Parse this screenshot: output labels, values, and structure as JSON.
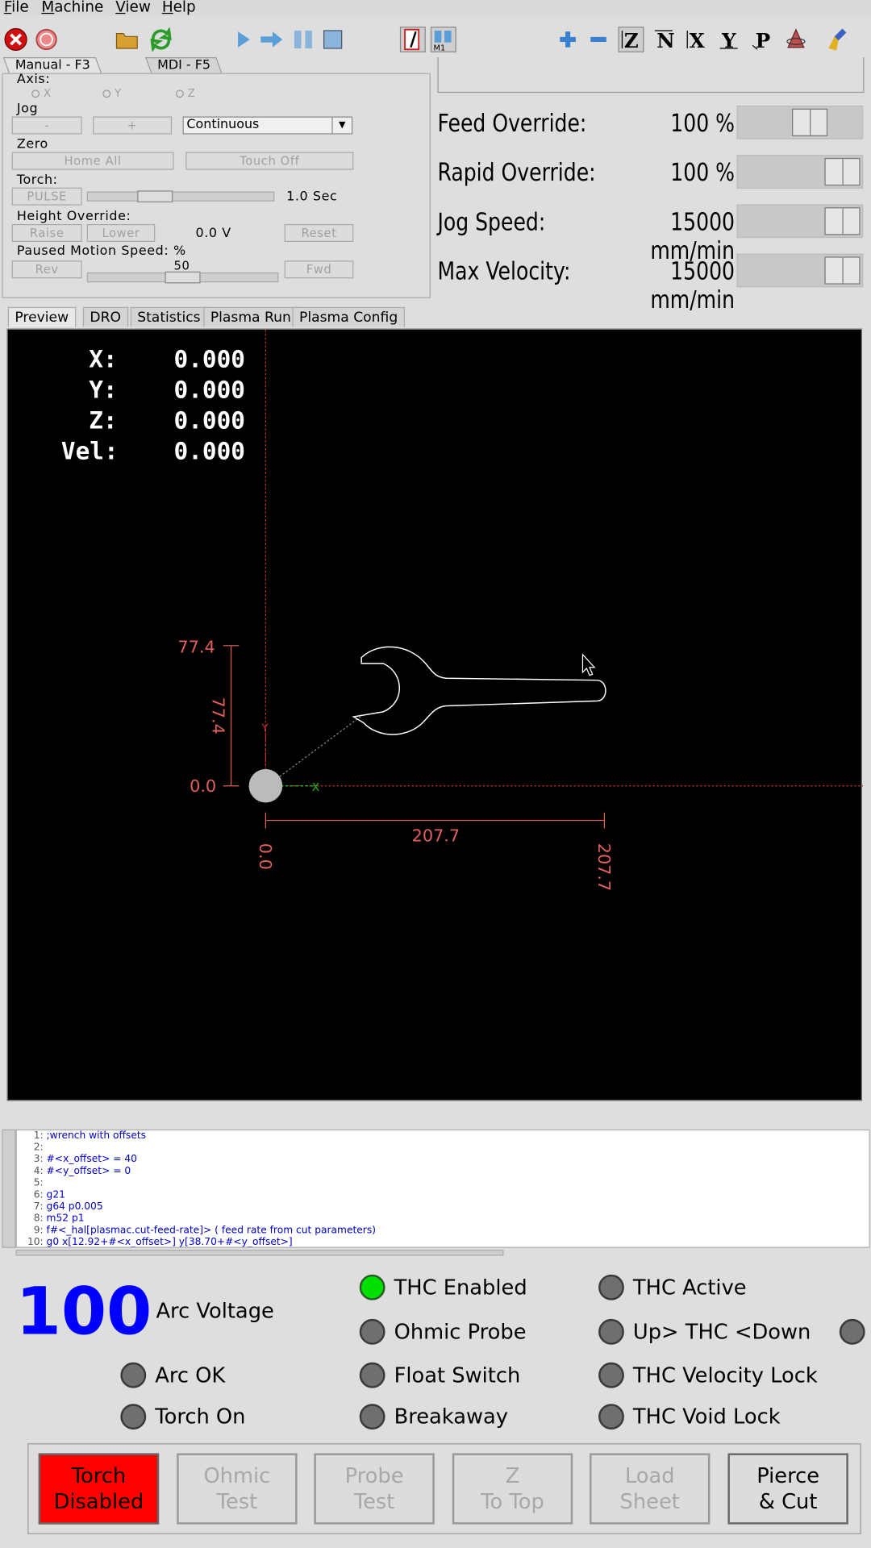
{
  "menu": [
    "File",
    "Machine",
    "View",
    "Help"
  ],
  "toolbar": {
    "icons": [
      "estop-icon",
      "power-icon",
      "open-file-icon",
      "reload-icon",
      "run-icon",
      "step-icon",
      "pause-icon",
      "stop-icon",
      "block-delete-icon",
      "optional-stop-icon",
      "zoom-in-icon",
      "zoom-out-icon",
      "view-z-icon",
      "view-z2-icon",
      "view-x-icon",
      "view-y-icon",
      "view-p-icon",
      "rotate-icon",
      "clear-plot-icon"
    ]
  },
  "manual": {
    "tabs": [
      "Manual - F3",
      "MDI - F5"
    ],
    "axis_label": "Axis:",
    "axes": [
      "X",
      "Y",
      "Z"
    ],
    "jog_label": "Jog",
    "jog_minus": "-",
    "jog_plus": "+",
    "jog_mode": "Continuous",
    "zero_label": "Zero",
    "home_all": "Home All",
    "touch_off": "Touch Off",
    "torch_label": "Torch:",
    "pulse": "PULSE",
    "pulse_time": "1.0 Sec",
    "height_override_label": "Height Override:",
    "raise": "Raise",
    "lower": "Lower",
    "height_value": "0.0 V",
    "reset": "Reset",
    "paused_speed_label": "Paused Motion Speed: %",
    "rev": "Rev",
    "fwd": "Fwd",
    "paused_speed_value": "50"
  },
  "overrides": [
    {
      "label": "Feed Override:",
      "value": "100 %",
      "level": 0.62
    },
    {
      "label": "Rapid Override:",
      "value": "100 %",
      "level": 1.0
    },
    {
      "label": "Jog Speed:",
      "value": "15000 mm/min",
      "level": 1.0
    },
    {
      "label": "Max Velocity:",
      "value": "15000 mm/min",
      "level": 1.0
    }
  ],
  "preview_tabs": [
    "Preview",
    "DRO",
    "Statistics",
    "Plasma Run",
    "Plasma Config"
  ],
  "dro": [
    {
      "axis": "X:",
      "value": "0.000"
    },
    {
      "axis": "Y:",
      "value": "0.000"
    },
    {
      "axis": "Z:",
      "value": "0.000"
    },
    {
      "axis": "Vel:",
      "value": "0.000"
    }
  ],
  "dimensions": {
    "y_top": "77.4",
    "y_extent": "77.4",
    "y_origin": "0.0",
    "x_origin": "0.0",
    "x_extent": "207.7",
    "x_end": "207.7",
    "axis_x": "X",
    "axis_y": "Y"
  },
  "code": [
    {
      "n": "1:",
      "t": ";wrench with offsets"
    },
    {
      "n": "2:",
      "t": ""
    },
    {
      "n": "3:",
      "t": "#<x_offset> = 40"
    },
    {
      "n": "4:",
      "t": "#<y_offset> = 0"
    },
    {
      "n": "5:",
      "t": ""
    },
    {
      "n": "6:",
      "t": "g21"
    },
    {
      "n": "7:",
      "t": "g64 p0.005"
    },
    {
      "n": "8:",
      "t": "m52 p1"
    },
    {
      "n": "9:",
      "t": "f#<_hal[plasmac.cut-feed-rate]> ( feed rate from cut parameters)"
    },
    {
      "n": "10:",
      "t": "g0 x[12.92+#<x_offset>] y[38.70+#<y_offset>]"
    }
  ],
  "plasma": {
    "arc_voltage_value": "100",
    "arc_voltage_label": "Arc Voltage",
    "indicators": {
      "thc_enabled": "THC Enabled",
      "thc_active": "THC Active",
      "ohmic_probe": "Ohmic Probe",
      "up_down": "Up> THC <Down",
      "arc_ok": "Arc OK",
      "float_switch": "Float Switch",
      "thc_velocity_lock": "THC Velocity Lock",
      "torch_on": "Torch On",
      "breakaway": "Breakaway",
      "thc_void_lock": "THC Void Lock"
    },
    "buttons": {
      "torch": "Torch\nDisabled",
      "ohmic": "Ohmic\nTest",
      "probe": "Probe\nTest",
      "ztop": "Z\nTo Top",
      "load": "Load\nSheet",
      "pierce": "Pierce\n& Cut"
    }
  },
  "colors": {
    "led_on": "#00e000",
    "led_off": "#6f6f6f",
    "torch_disabled": "#ff0000",
    "arc_voltage": "#0000ff",
    "dimension": "#e06060",
    "code_text": "#0000c8"
  }
}
